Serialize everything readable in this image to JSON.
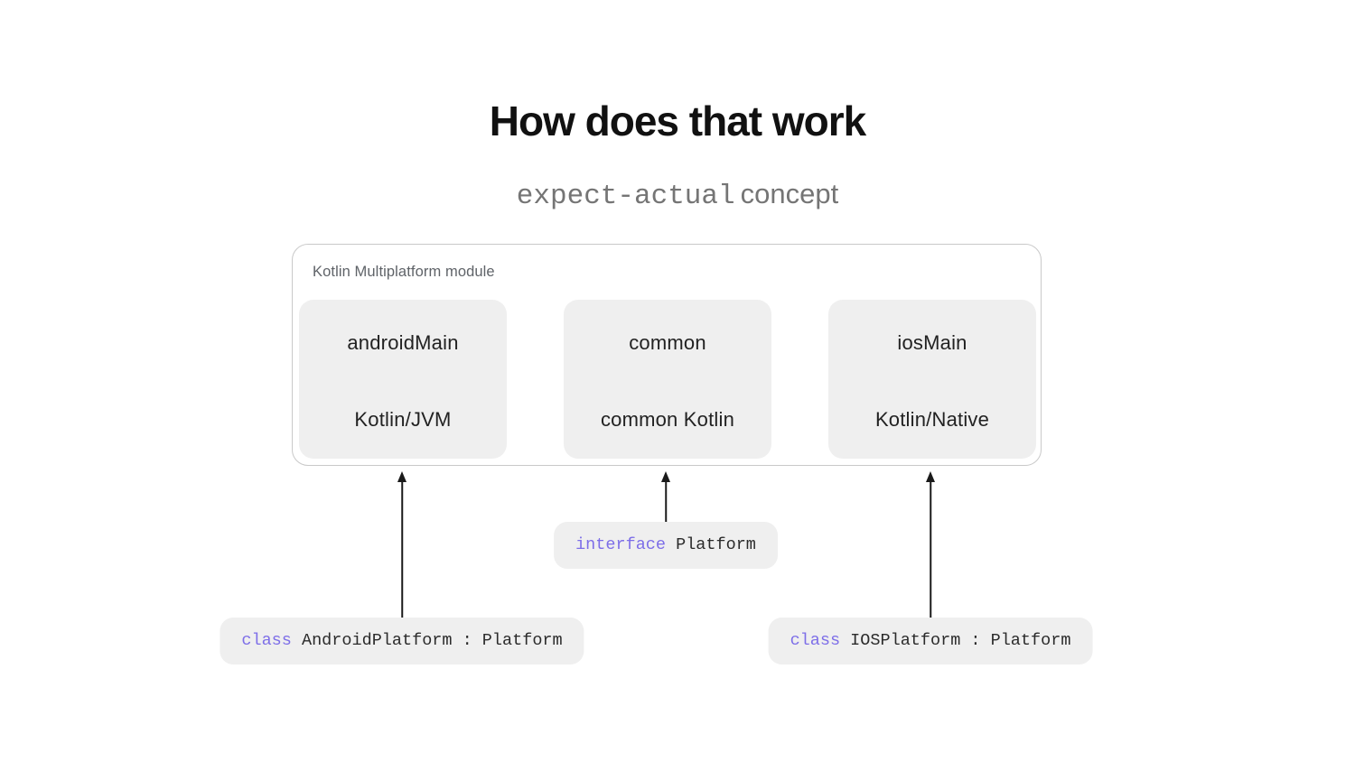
{
  "slide": {
    "title": "How does that work",
    "subtitle_code": "expect-actual",
    "subtitle_rest": "concept"
  },
  "module": {
    "label": "Kotlin Multiplatform module",
    "source_sets": [
      {
        "name": "androidMain",
        "language": "Kotlin/JVM"
      },
      {
        "name": "common",
        "language": "common Kotlin"
      },
      {
        "name": "iosMain",
        "language": "Kotlin/Native"
      }
    ]
  },
  "code_chips": {
    "common": {
      "keyword": "interface",
      "declaration": "Platform"
    },
    "android": {
      "keyword": "class",
      "declaration": "AndroidPlatform : Platform"
    },
    "ios": {
      "keyword": "class",
      "declaration": "IOSPlatform : Platform"
    }
  },
  "colors": {
    "keyword_purple": "#7d6ee8",
    "box_gray": "#efefef",
    "container_border_gray": "#c9c9c9",
    "code_text_dark": "#2b2b2b",
    "module_label_gray": "#5f6368",
    "subtitle_gray": "#757575",
    "title_black": "#111111",
    "arrow_black": "#1a1a1a"
  }
}
